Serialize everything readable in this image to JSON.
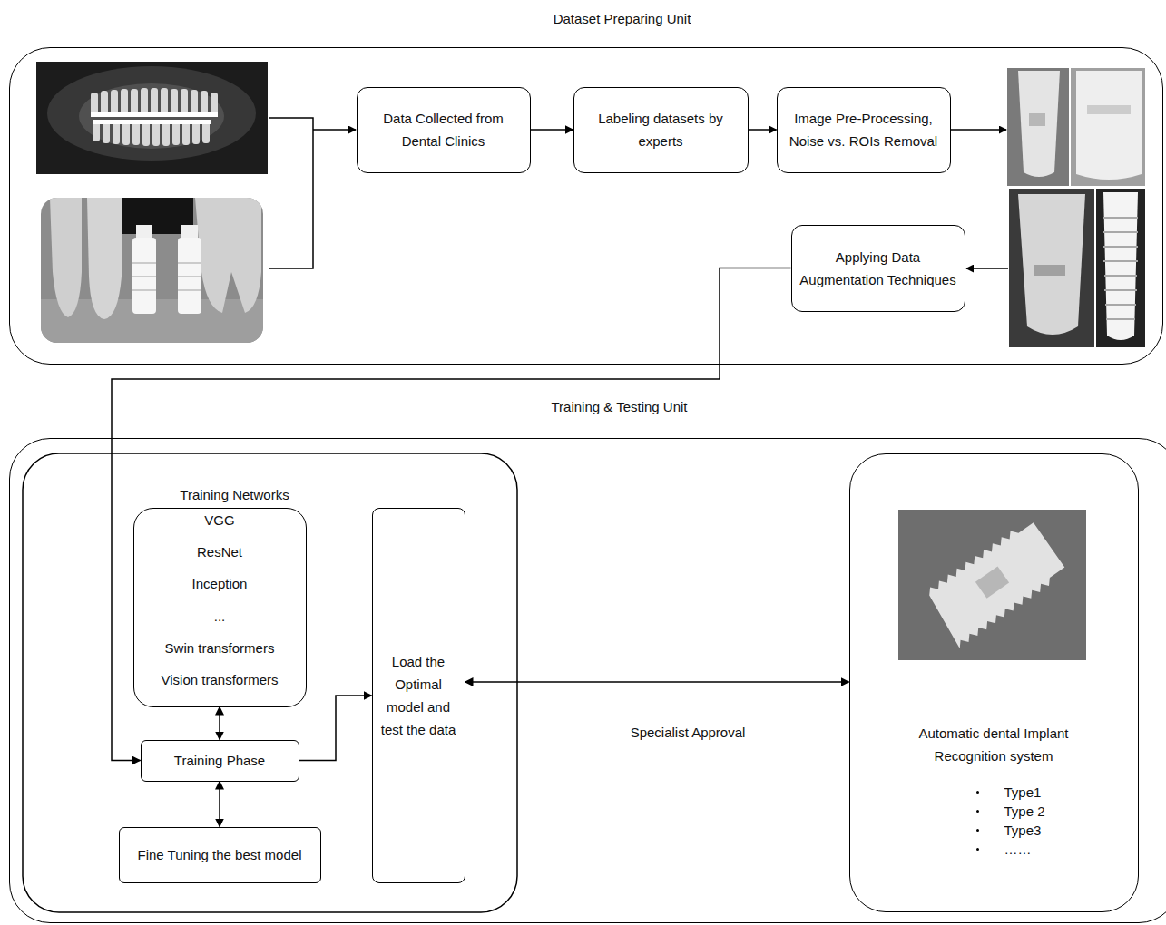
{
  "diagram": {
    "nodes": [
      {
        "text": [
          "Dataset Preparing Unit"
        ]
      },
      {
        "text": [
          "Data Collected from Dental Clinics"
        ],
        "in": 0
      },
      {
        "text": [
          "Labeling datasets by experts"
        ],
        "in": 0
      },
      {
        "text": [
          "Image Pre-Processing, Noise vs. ROIs Removal"
        ],
        "in": 0
      },
      {
        "text": [
          "Applying Data Augmentation Techniques"
        ],
        "in": 0
      },
      {
        "text": [
          "Training & Testing Unit"
        ]
      },
      {
        "text": [
          "Training Networks",
          "VGG",
          "ResNet",
          "Inception",
          "...",
          "Swin transformers",
          "Vision transformers"
        ],
        "in": 5
      },
      {
        "text": [
          "Training Phase"
        ],
        "in": 5
      },
      {
        "text": [
          "Fine Tuning the best model"
        ],
        "in": 5
      },
      {
        "text": [
          "Load the Optimal model and test the data"
        ],
        "in": 5
      },
      {
        "text": [
          "Automatic dental Implant Recognition system",
          "Type1",
          "Type 2",
          "Type3",
          "……"
        ],
        "in": 5
      }
    ],
    "edges": [
      {
        "from": 1,
        "to": 2,
        "arrow": "to"
      },
      {
        "from": 2,
        "to": 3,
        "arrow": "to"
      },
      {
        "from": 4,
        "to": 7,
        "arrow": "to"
      },
      {
        "from": 6,
        "to": 7,
        "arrow": "both"
      },
      {
        "from": 7,
        "to": 8,
        "arrow": "both"
      },
      {
        "from": 7,
        "to": 9,
        "arrow": "to"
      },
      {
        "from": 9,
        "to": 10,
        "label": "Specialist Approval",
        "arrow": "both"
      }
    ]
  }
}
